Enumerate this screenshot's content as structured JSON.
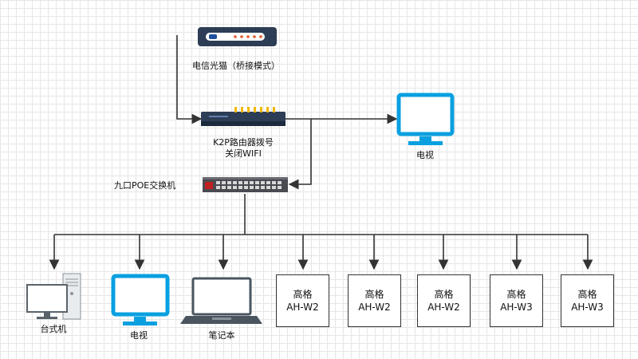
{
  "modem": {
    "label": "电信光猫（桥接模式）"
  },
  "router": {
    "line1": "K2P路由器拨号",
    "line2": "关闭WIFI"
  },
  "switch": {
    "label": "九口POE交换机"
  },
  "tv_top": {
    "label": "电视"
  },
  "desktop": {
    "label": "台式机"
  },
  "tv_bottom": {
    "label": "电视"
  },
  "laptop": {
    "label": "笔记本"
  },
  "aps": [
    {
      "line1": "高格",
      "line2": "AH-W2"
    },
    {
      "line1": "高格",
      "line2": "AH-W2"
    },
    {
      "line1": "高格",
      "line2": "AH-W2"
    },
    {
      "line1": "高格",
      "line2": "AH-W3"
    },
    {
      "line1": "高格",
      "line2": "AH-W3"
    }
  ],
  "colors": {
    "line": "#333333",
    "monitor": "#0aa0e0",
    "device": "#2d3d55"
  }
}
